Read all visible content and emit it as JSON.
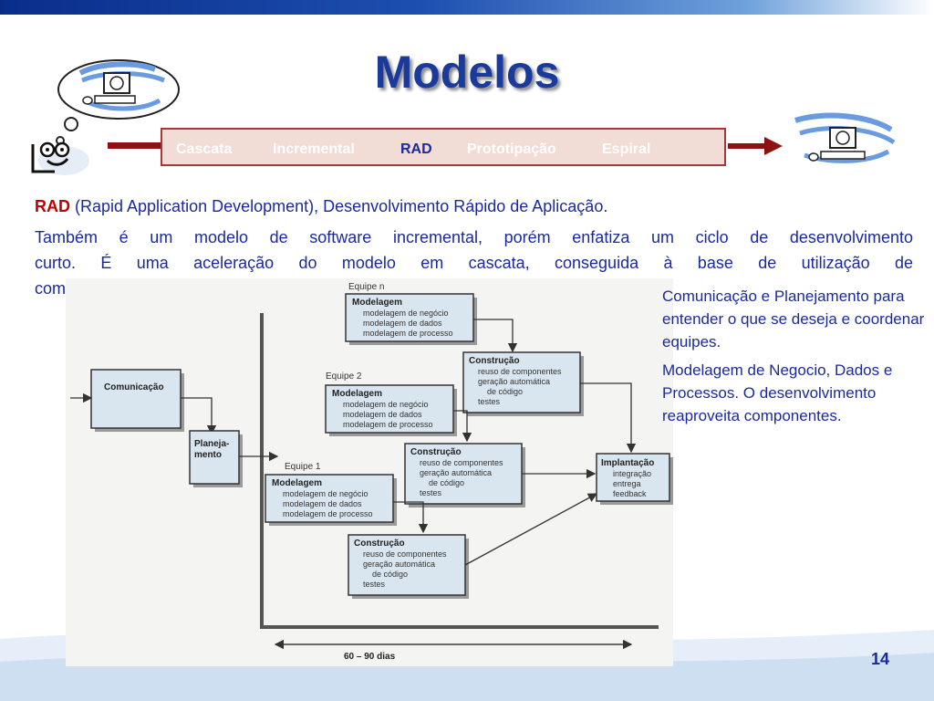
{
  "title": "Modelos",
  "nav": {
    "items": [
      "Cascata",
      "Incremental",
      "RAD",
      "Prototipação",
      "Espiral"
    ],
    "active": "RAD"
  },
  "paragraph1": {
    "term": "RAD",
    "rest": " (Rapid Application Development), Desenvolvimento Rápido de Aplicação."
  },
  "paragraph2": {
    "line1": "Também é um modelo de software incremental, porém enfatiza um ciclo de desenvolvimento",
    "line2": "curto. É uma aceleração do modelo em cascata, conseguida à base de utilização de",
    "line3": "componentes."
  },
  "side_notes": [
    "Comunicação e Planejamento para entender o que se deseja e coordenar equipes.",
    "Modelagem de Negocio, Dados e Processos. O desenvolvimento reaproveita componentes."
  ],
  "diagram": {
    "team_n": "Equipe n",
    "team_2": "Equipe 2",
    "team_1": "Equipe 1",
    "comunicacao": "Comunicação",
    "planejamento_1": "Planeja-",
    "planejamento_2": "mento",
    "modelagem": "Modelagem",
    "modelagem_items": [
      "modelagem de negócio",
      "modelagem de dados",
      "modelagem de processo"
    ],
    "construcao": "Construção",
    "construcao_items": [
      "reuso de componentes",
      "geração automática",
      "de código",
      "testes"
    ],
    "implantacao": "Implantação",
    "implantacao_items": [
      "integração",
      "entrega",
      "feedback"
    ],
    "timeline": "60 – 90 dias"
  },
  "page_number": "14",
  "colors": {
    "title": "#1a3b9c",
    "body_text": "#1a2a9c",
    "accent_red": "#c00000",
    "nav_box_fill": "#f2dcd6",
    "nav_border": "#a83838",
    "diagram_box": "#d9e6ef"
  }
}
